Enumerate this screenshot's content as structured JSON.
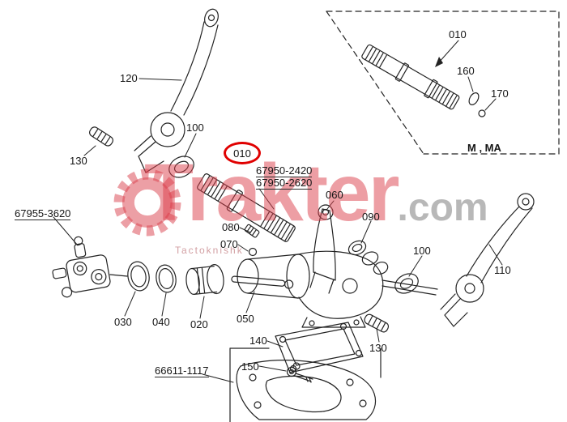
{
  "diagram": {
    "callouts": {
      "lever_left": "120",
      "seal_left": "100",
      "pin_left": "130",
      "spring": "080",
      "detent_ball": "070",
      "arm": "060",
      "washers": "090",
      "seal_right": "100",
      "lever_right": "110",
      "ring_a": "030",
      "ring_b": "040",
      "piston": "020",
      "rod": "050",
      "cover": "140",
      "pin_right": "130",
      "bolt": "150"
    },
    "highlight": {
      "label": "010"
    },
    "part_numbers": {
      "shaft_option_a": "67950-2420",
      "shaft_option_b": "67950-2620",
      "valve_assembly": "67955-3620",
      "gasket": "66611-1117"
    },
    "inset": {
      "shaft": "010",
      "clip": "160",
      "ball": "170",
      "variant_note": "M , MA"
    }
  },
  "watermark": {
    "brand": "Trakter",
    "suffix": ".com",
    "tagline": "Tactoknishk"
  },
  "colors": {
    "highlight_red": "#e00000",
    "watermark_red": "#db3e4a",
    "line": "#232323"
  }
}
